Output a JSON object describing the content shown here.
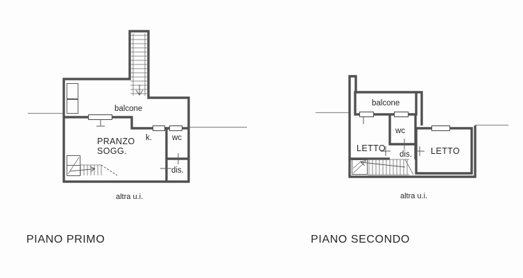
{
  "page": {
    "background_color": "#fdfdfd",
    "wall_color": "#4f4f4f",
    "boundary_line_color": "#8f8f8f",
    "text_color": "#262626"
  },
  "plans": {
    "first": {
      "title": "PIANO PRIMO",
      "annotation": "altra u.i.",
      "rooms": {
        "balcony": "balcone",
        "living_line1": "PRANZO",
        "living_line2": "SOGG.",
        "kitchen": "k.",
        "wc": "wc",
        "hall": "dis."
      }
    },
    "second": {
      "title": "PIANO SECONDO",
      "annotation": "altra u.i.",
      "rooms": {
        "balcony": "balcone",
        "bedroom_left": "LETTO",
        "wc": "wc",
        "hall": "dis.",
        "bedroom_right": "LETTO"
      }
    }
  }
}
